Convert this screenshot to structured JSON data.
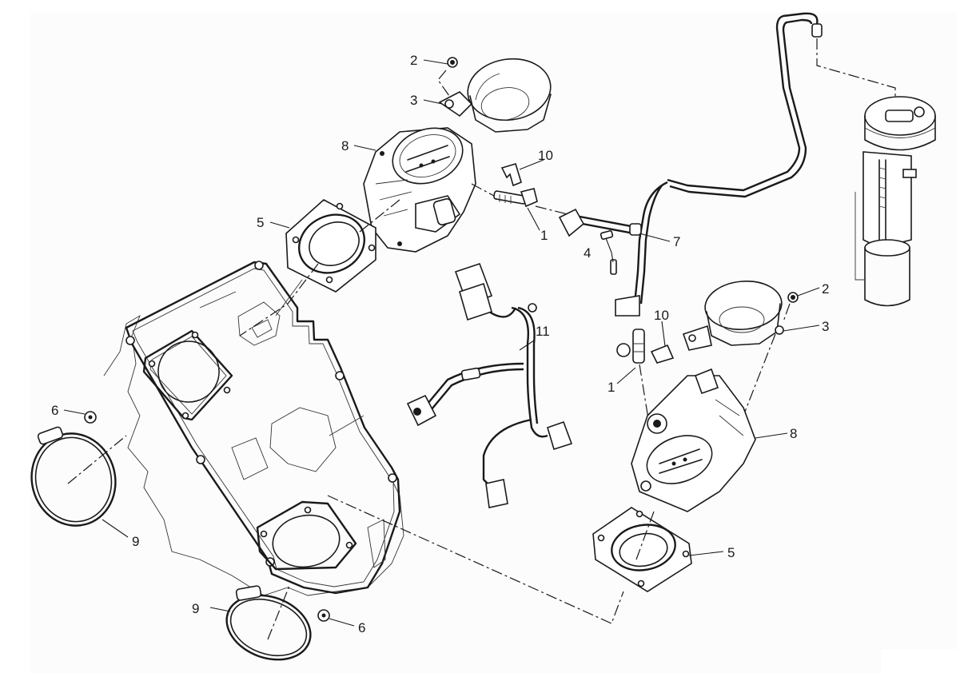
{
  "diagram": {
    "title": "Throttle body / fuel injector exploded view",
    "style": "monochrome line art",
    "colors": {
      "line": "#1a1a1a",
      "background": "#fcfcfc",
      "page": "#ffffff"
    },
    "parts": [
      {
        "id": "1",
        "name": "fuel-injector"
      },
      {
        "id": "2",
        "name": "nut"
      },
      {
        "id": "3",
        "name": "intake-funnel"
      },
      {
        "id": "4",
        "name": "screw"
      },
      {
        "id": "5",
        "name": "intake-manifold-flange"
      },
      {
        "id": "6",
        "name": "grommet"
      },
      {
        "id": "7",
        "name": "fuel-rail-hose"
      },
      {
        "id": "8",
        "name": "throttle-body"
      },
      {
        "id": "9",
        "name": "hose-clamp"
      },
      {
        "id": "10",
        "name": "injector-clip"
      },
      {
        "id": "11",
        "name": "injector-wiring-harness"
      }
    ],
    "callouts": [
      {
        "label": "2",
        "part": "nut",
        "group": "rear-top"
      },
      {
        "label": "3",
        "part": "intake-funnel",
        "group": "rear-top"
      },
      {
        "label": "8",
        "part": "throttle-body",
        "group": "rear-top"
      },
      {
        "label": "10",
        "part": "injector-clip",
        "group": "rear-top"
      },
      {
        "label": "5",
        "part": "intake-manifold-flange",
        "group": "rear-top"
      },
      {
        "label": "1",
        "part": "fuel-injector",
        "group": "rear-top"
      },
      {
        "label": "7",
        "part": "fuel-rail-hose",
        "group": "center"
      },
      {
        "label": "4",
        "part": "screw",
        "group": "center"
      },
      {
        "label": "11",
        "part": "injector-wiring-harness",
        "group": "center"
      },
      {
        "label": "10",
        "part": "injector-clip",
        "group": "front"
      },
      {
        "label": "1",
        "part": "fuel-injector",
        "group": "front"
      },
      {
        "label": "2",
        "part": "nut",
        "group": "front"
      },
      {
        "label": "3",
        "part": "intake-funnel",
        "group": "front"
      },
      {
        "label": "8",
        "part": "throttle-body",
        "group": "front"
      },
      {
        "label": "5",
        "part": "intake-manifold-flange",
        "group": "front"
      },
      {
        "label": "6",
        "part": "grommet",
        "group": "left"
      },
      {
        "label": "9",
        "part": "hose-clamp",
        "group": "left"
      },
      {
        "label": "9",
        "part": "hose-clamp",
        "group": "bottom"
      },
      {
        "label": "6",
        "part": "grommet",
        "group": "bottom"
      }
    ]
  }
}
